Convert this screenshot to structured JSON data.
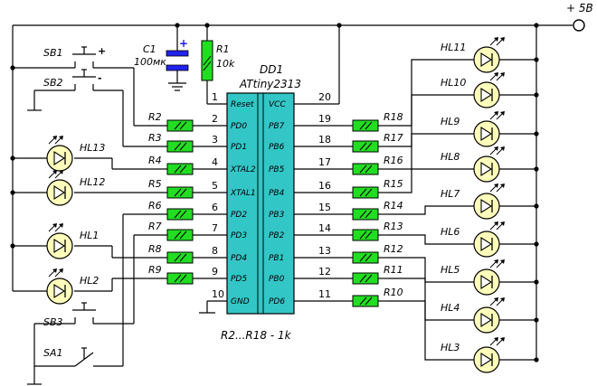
{
  "supply": {
    "label": "+ 5В"
  },
  "chip": {
    "ref": "DD1",
    "part": "ATtiny2313",
    "left_pins": [
      {
        "num": "1",
        "name": "Reset"
      },
      {
        "num": "2",
        "name": "PD0"
      },
      {
        "num": "3",
        "name": "PD1"
      },
      {
        "num": "4",
        "name": "XTAL2"
      },
      {
        "num": "5",
        "name": "XTAL1"
      },
      {
        "num": "6",
        "name": "PD2"
      },
      {
        "num": "7",
        "name": "PD3"
      },
      {
        "num": "8",
        "name": "PD4"
      },
      {
        "num": "9",
        "name": "PD5"
      },
      {
        "num": "10",
        "name": "GND"
      }
    ],
    "right_pins": [
      {
        "num": "20",
        "name": "VCC"
      },
      {
        "num": "19",
        "name": "PB7"
      },
      {
        "num": "18",
        "name": "PB6"
      },
      {
        "num": "17",
        "name": "PB5"
      },
      {
        "num": "16",
        "name": "PB4"
      },
      {
        "num": "15",
        "name": "PB3"
      },
      {
        "num": "14",
        "name": "PB2"
      },
      {
        "num": "13",
        "name": "PB1"
      },
      {
        "num": "12",
        "name": "PB0"
      },
      {
        "num": "11",
        "name": "PD6"
      }
    ]
  },
  "capacitor": {
    "ref": "C1",
    "value": "100мк",
    "polarity": "+"
  },
  "r1": {
    "ref": "R1",
    "value": "10k"
  },
  "left_resistors": [
    "R2",
    "R3",
    "R4",
    "R5",
    "R6",
    "R7",
    "R8",
    "R9"
  ],
  "right_resistors": [
    "R18",
    "R17",
    "R16",
    "R15",
    "R14",
    "R13",
    "R12",
    "R11",
    "R10"
  ],
  "right_leds": [
    "HL11",
    "HL10",
    "HL9",
    "HL8",
    "HL7",
    "HL6",
    "HL5",
    "HL4",
    "HL3"
  ],
  "left_leds": [
    "HL13",
    "HL12",
    "HL1",
    "HL2"
  ],
  "switches": [
    {
      "ref": "SB1",
      "sign": "+"
    },
    {
      "ref": "SB2",
      "sign": "-"
    },
    {
      "ref": "SB3",
      "sign": ""
    },
    {
      "ref": "SA1",
      "sign": ""
    }
  ],
  "note": "R2...R18 - 1k",
  "colors": {
    "chip_fill": "#33c6c6",
    "resistor_fill": "#22dd22",
    "led_fill": "#ffffbb",
    "capacitor_fill": "#2222ee",
    "wire": "#000000"
  }
}
